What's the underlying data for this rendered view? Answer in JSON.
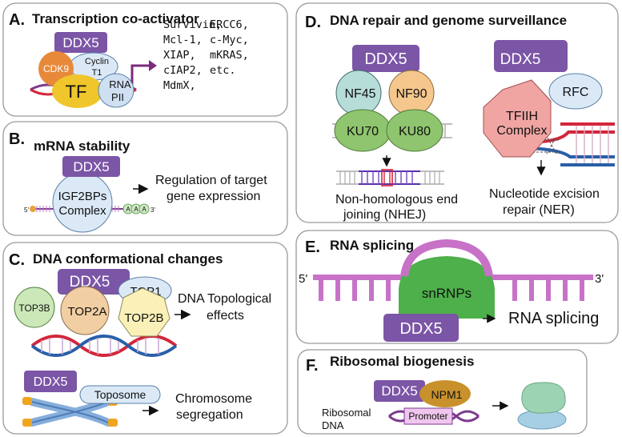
{
  "panels": {
    "A": {
      "letter": "A.",
      "title": "Transcription co-activator",
      "ddx5": "DDX5",
      "cdk9": "CDK9",
      "cyclin_line1": "Cyclin",
      "cyclin_line2": "T1",
      "tf": "TF",
      "rna_line1": "RNA",
      "rna_line2": "PII",
      "genes_col1": [
        "Survivin,",
        "Mcl-1,",
        "XIAP,",
        "cIAP2,",
        "MdmX,"
      ],
      "genes_col2": [
        "ERCC6,",
        "c-Myc,",
        "mKRAS,",
        "etc."
      ]
    },
    "B": {
      "letter": "B.",
      "title": "mRNA stability",
      "ddx5": "DDX5",
      "complex_line1": "IGF2BPs",
      "complex_line2": "Complex",
      "five_prime": "5'",
      "three_prime": "3'",
      "poly_a": [
        "A",
        "A",
        "A"
      ],
      "outcome_line1": "Regulation of target",
      "outcome_line2": "gene expression"
    },
    "C": {
      "letter": "C.",
      "title": "DNA conformational changes",
      "ddx5": "DDX5",
      "top1": "TOP1",
      "top3b": "TOP3B",
      "top2a": "TOP2A",
      "top2b": "TOP2B",
      "effect_line1": "DNA Topological",
      "effect_line2": "effects",
      "ddx5_b": "DDX5",
      "toposome": "Toposome",
      "seg_line1": "Chromosome",
      "seg_line2": "segregation"
    },
    "D": {
      "letter": "D.",
      "title": "DNA repair and genome surveillance",
      "ddx5_left": "DDX5",
      "nf45": "NF45",
      "nf90": "NF90",
      "ku70": "KU70",
      "ku80": "KU80",
      "nhej_line1": "Non-homologous end",
      "nhej_line2": "joining (NHEJ)",
      "ddx5_right": "DDX5",
      "rfc": "RFC",
      "tfiih_line1": "TFIIH",
      "tfiih_line2": "Complex",
      "ner_line1": "Nucleotide  excision",
      "ner_line2": "repair (NER)"
    },
    "E": {
      "letter": "E.",
      "title": "RNA splicing",
      "five_prime": "5'",
      "three_prime": "3'",
      "snrnps": "snRNPs",
      "ddx5": "DDX5",
      "outcome": "RNA splicing"
    },
    "F": {
      "letter": "F.",
      "title": "Ribosomal  biogenesis",
      "ddx5": "DDX5",
      "npm1": "NPM1",
      "dna_line1": "Ribosomal",
      "dna_line2": "DNA",
      "promoter": "Promoter"
    }
  },
  "colors": {
    "ddx5": "#7b55a6",
    "cdk9": "#e8893a",
    "tf": "#efc62b",
    "protein_light": "#dbe9f7",
    "ku": "#8fc56e",
    "nf45": "#b7ddd9",
    "nf90": "#f5c78c",
    "tfiih": "#f0a5a3",
    "top2a": "#f2cfa3",
    "top2b": "#fbf1b8",
    "top3b": "#cce8b8",
    "snrnp": "#4db04a",
    "splice_arc": "#c772c7",
    "rrna_green": "#9cd3b2",
    "rrna_blue": "#a6cfe4",
    "dna_red": "#d3263a",
    "dna_blue": "#2a5fa8",
    "dna_purple": "#7c3a8e",
    "npm1": "#c8912b",
    "promoter": "#f0c6ee"
  }
}
